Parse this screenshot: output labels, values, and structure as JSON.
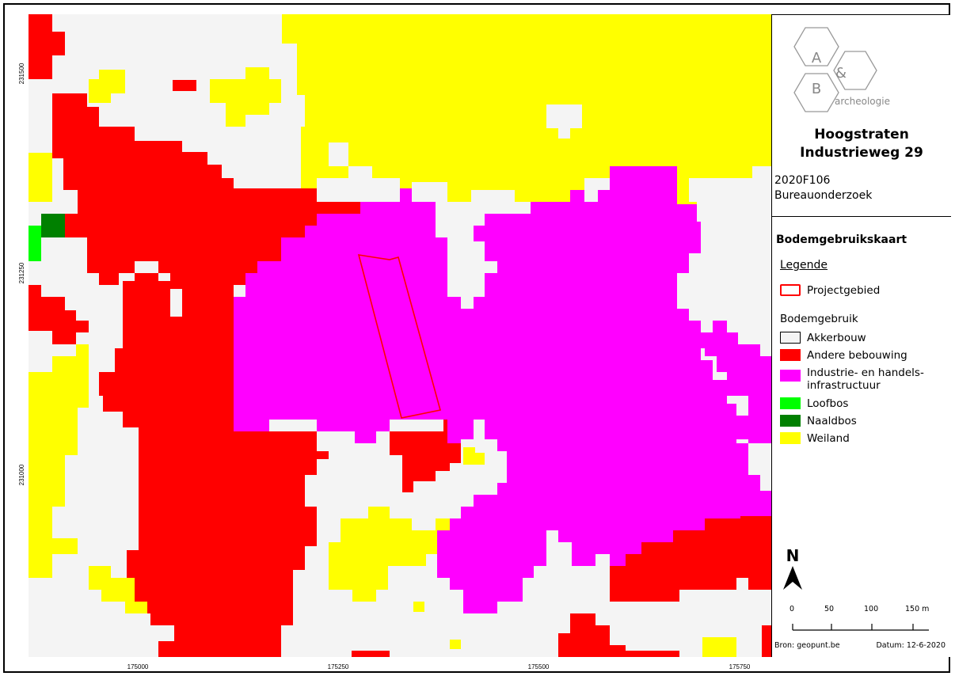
{
  "map": {
    "colors": {
      "akkerbouw": "#f4f4f4",
      "bebouwing": "#ff0000",
      "industrie": "#ff00ff",
      "loofbos": "#00ff00",
      "naaldbos": "#008000",
      "weiland": "#ffff00",
      "project_outline": "#ff0000"
    },
    "x_ticks": [
      "175000",
      "175250",
      "175500",
      "175750"
    ],
    "y_ticks": [
      "231500",
      "231250",
      "231000"
    ]
  },
  "sidebar": {
    "logo": {
      "a": "A",
      "amp": "&",
      "b": "B",
      "word": "archeologie"
    },
    "title_line1": "Hoogstraten",
    "title_line2": "Industrieweg 29",
    "project_code": "2020F106",
    "project_type": "Bureauonderzoek",
    "legend_title": "Bodemgebruikskaart",
    "legend_sub": "Legende",
    "legend_project": "Projectgebied",
    "legend_group": "Bodemgebruik",
    "legend_items": [
      {
        "label": "Akkerbouw"
      },
      {
        "label": "Andere bebouwing"
      },
      {
        "label": "Industrie- en handels-",
        "label2": "infrastructuur"
      },
      {
        "label": "Loofbos"
      },
      {
        "label": "Naaldbos"
      },
      {
        "label": "Weiland"
      }
    ],
    "north": "N",
    "scale": {
      "s0": "0",
      "s1": "50",
      "s2": "100",
      "s3": "150 m"
    },
    "source": "Bron:  geopunt.be",
    "date": "Datum:  12-6-2020"
  }
}
